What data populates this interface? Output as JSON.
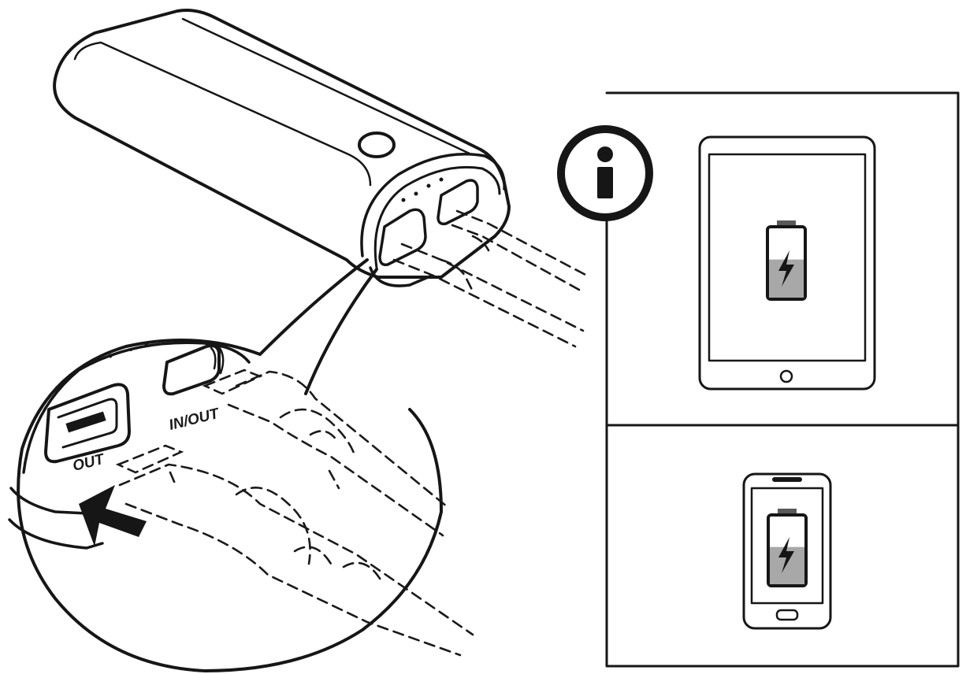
{
  "labels": {
    "out_port": "OUT",
    "inout_port": "IN/OUT",
    "info_symbol": "i"
  },
  "icons": {
    "info": "info-circle-icon",
    "arrow": "insert-arrow-icon",
    "battery": "battery-charging-icon",
    "bolt": "lightning-bolt-icon"
  },
  "colors": {
    "line": "#161616",
    "battery_fill": "#a8a8a8",
    "background": "#ffffff"
  },
  "devices": [
    {
      "type": "tablet",
      "battery_level": 0.55,
      "charging": true
    },
    {
      "type": "smartphone",
      "battery_level": 0.55,
      "charging": true
    }
  ]
}
